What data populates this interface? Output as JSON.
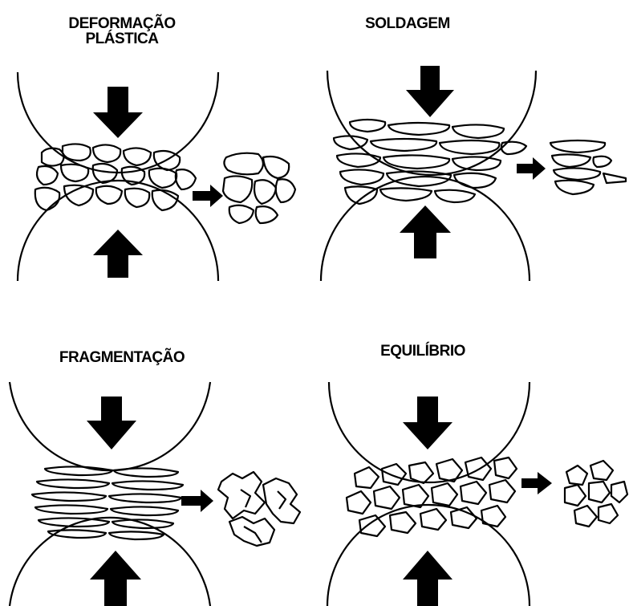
{
  "panels": [
    {
      "id": "deformacao",
      "title_line1": "DEFORMAÇÃO",
      "title_line2": "PLÁSTICA"
    },
    {
      "id": "soldagem",
      "title_line1": "SOLDAGEM"
    },
    {
      "id": "fragmentacao",
      "title_line1": "FRAGMENTAÇÃO"
    },
    {
      "id": "equilibrio",
      "title_line1": "EQUILÍBRIO"
    }
  ],
  "colors": {
    "ink": "#000000",
    "background": "#ffffff"
  }
}
